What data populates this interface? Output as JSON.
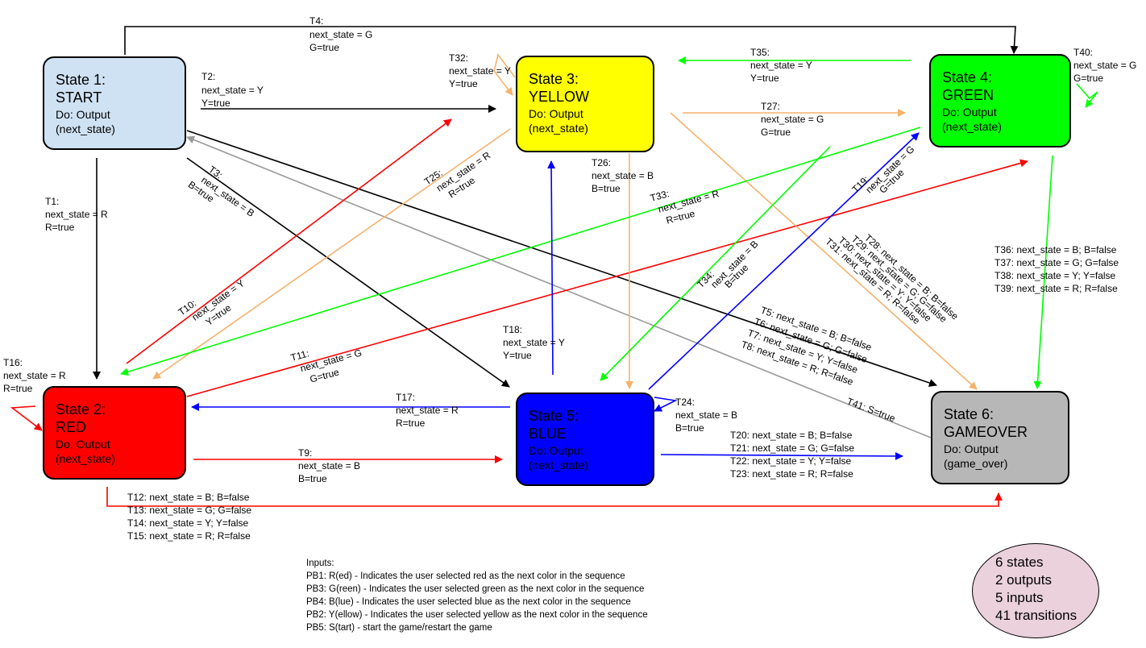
{
  "colors": {
    "start": "#cfe2f3",
    "red": "#ff0000",
    "yellow": "#ffff00",
    "green": "#00ff00",
    "blue": "#0000ff",
    "gameover": "#b7b7b7",
    "summary": "#ead1dc",
    "arrow_black": "#000000",
    "arrow_red": "#ff0000",
    "arrow_orange": "#f6b26b",
    "arrow_green": "#00ff00",
    "arrow_blue": "#0000ff",
    "arrow_gray": "#999999"
  },
  "states": {
    "s1": {
      "title": "State 1:\nSTART",
      "action": "Do: Output\n(next_state)"
    },
    "s2": {
      "title": "State 2:\nRED",
      "action": "Do: Output\n(next_state)"
    },
    "s3": {
      "title": "State 3:\nYELLOW",
      "action": "Do: Output\n(next_state)"
    },
    "s4": {
      "title": "State 4:\nGREEN",
      "action": "Do: Output\n(next_state)"
    },
    "s5": {
      "title": "State 5:\nBLUE",
      "action": "Do: Output\n(next_state)"
    },
    "s6": {
      "title": "State 6:\nGAMEOVER",
      "action": "Do: Output\n(game_over)"
    }
  },
  "transitions": {
    "t1": [
      "T1:",
      "next_state = R",
      "R=true"
    ],
    "t2": [
      "T2:",
      "next_state = Y",
      "Y=true"
    ],
    "t3": [
      "T3:",
      "next_state = B",
      "B=true"
    ],
    "t4": [
      "T4:",
      "next_state = G",
      "G=true"
    ],
    "t5_8": [
      "T5: next_state = B; B=false",
      "T6: next_state = G; G=false",
      "T7: next_state = Y; Y=false",
      "T8: next_state = R; R=false"
    ],
    "t9": [
      "T9:",
      "next_state = B",
      "B=true"
    ],
    "t10": [
      "T10:",
      "next_state = Y",
      "Y=true"
    ],
    "t11": [
      "T11:",
      "next_state = G",
      "G=true"
    ],
    "t12_15": [
      "T12: next_state = B; B=false",
      "T13: next_state = G; G=false",
      "T14: next_state = Y; Y=false",
      "T15: next_state = R; R=false"
    ],
    "t16": [
      "T16:",
      "next_state = R",
      "R=true"
    ],
    "t17": [
      "T17:",
      "next_state = R",
      "R=true"
    ],
    "t18": [
      "T18:",
      "next_state = Y",
      "Y=true"
    ],
    "t19": [
      "T19:",
      "next_state = G",
      "G=true"
    ],
    "t20_23": [
      "T20: next_state = B; B=false",
      "T21: next_state = G; G=false",
      "T22: next_state = Y; Y=false",
      "T23: next_state = R; R=false"
    ],
    "t24": [
      "T24:",
      "next_state = B",
      "B=true"
    ],
    "t25": [
      "T25:",
      "next_state = R",
      "R=true"
    ],
    "t26": [
      "T26:",
      "next_state = B",
      "B=true"
    ],
    "t27": [
      "T27:",
      "next_state = G",
      "G=true"
    ],
    "t28_31": [
      "T28: next_state = B; B=false",
      "T29: next_state = G; G=false",
      "T30: next_state = Y; Y=false",
      "T31: next_state = R; R=false"
    ],
    "t32": [
      "T32:",
      "next_state = Y",
      "Y=true"
    ],
    "t33": [
      "T33:",
      "next_state = R",
      "R=true"
    ],
    "t34": [
      "T34:",
      "next_state = B",
      "B=true"
    ],
    "t35": [
      "T35:",
      "next_state = Y",
      "Y=true"
    ],
    "t36_39": [
      "T36: next_state = B; B=false",
      "T37: next_state = G; G=false",
      "T38: next_state = Y; Y=false",
      "T39: next_state = R; R=false"
    ],
    "t40": [
      "T40:",
      "next_state = G",
      "G=true"
    ],
    "t41": [
      "T41: S=true"
    ]
  },
  "inputs": {
    "title": "Inputs:",
    "items": [
      "PB1: R(ed) - Indicates the user selected red as the next color in the sequence",
      "PB3: G(reen) - Indicates the user selected green as the next color in the sequence",
      "PB4: B(lue) - Indicates the user selected blue as the next color in the sequence",
      "PB2: Y(ellow) - Indicates the user selected yellow as the next color in the sequence",
      "PB5: S(tart) - start the game/restart the game"
    ]
  },
  "summary": [
    "6 states",
    "2 outputs",
    "5 inputs",
    "41 transitions"
  ]
}
